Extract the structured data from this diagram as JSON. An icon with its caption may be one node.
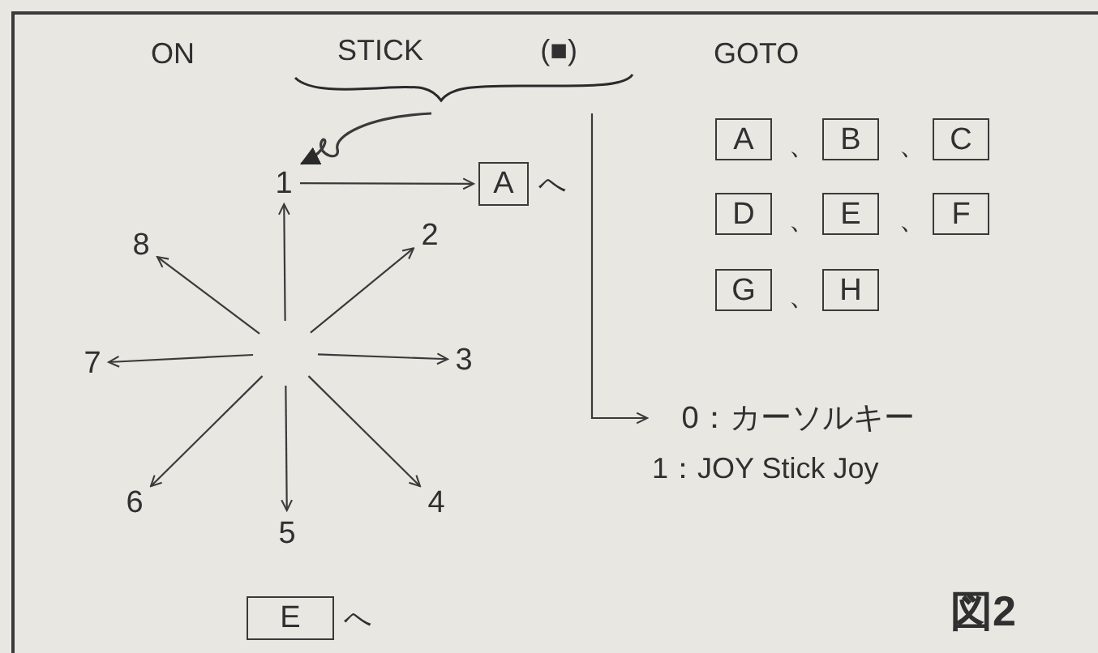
{
  "diagram": {
    "nodes": [
      {
        "text": [
          "STICK",
          "(■)"
        ]
      },
      {
        "text": [
          "1"
        ]
      },
      {
        "text": [
          "A"
        ],
        "beside": [
          "へ"
        ]
      },
      {
        "text": [
          "A"
        ]
      },
      {
        "text": [
          "B"
        ]
      },
      {
        "text": [
          "C"
        ]
      },
      {
        "text": [
          "D"
        ]
      },
      {
        "text": [
          "E"
        ]
      },
      {
        "text": [
          "F"
        ]
      },
      {
        "text": [
          "G"
        ]
      },
      {
        "text": [
          "H"
        ]
      },
      {
        "text": [
          "8"
        ]
      },
      {
        "text": [
          "2"
        ]
      },
      {
        "text": [
          "7"
        ]
      },
      {
        "text": [
          "3"
        ]
      },
      {
        "text": [
          "6"
        ]
      },
      {
        "text": [
          "5"
        ]
      },
      {
        "text": [
          "4"
        ]
      },
      {
        "text": [
          "0：カーソルキー"
        ]
      },
      {
        "text": [
          "E"
        ],
        "beside": [
          "へ"
        ]
      }
    ],
    "edges": [
      {
        "from": 0,
        "to": 1,
        "arrow": "to"
      },
      {
        "from": 1,
        "to": 2,
        "arrow": "to"
      },
      {
        "from": 0,
        "to": 18,
        "arrow": "to"
      },
      {
        "from": null,
        "to": 1,
        "arrow": "to"
      },
      {
        "from": null,
        "to": 12,
        "arrow": "to"
      },
      {
        "from": null,
        "to": 14,
        "arrow": "to"
      },
      {
        "from": null,
        "to": 17,
        "arrow": "to"
      },
      {
        "from": null,
        "to": 16,
        "arrow": "to"
      },
      {
        "from": null,
        "to": 15,
        "arrow": "to"
      },
      {
        "from": null,
        "to": 13,
        "arrow": "to"
      },
      {
        "from": null,
        "to": 11,
        "arrow": "to"
      }
    ],
    "labels": [
      "ON",
      "GOTO",
      "、",
      "、",
      "、",
      "、",
      "、",
      "1：JOY Stick Joy",
      "図2"
    ]
  }
}
